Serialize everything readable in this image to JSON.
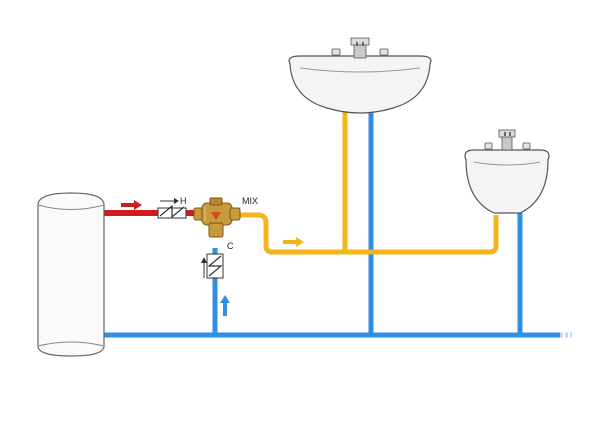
{
  "labels": {
    "hot": "H",
    "cold": "C",
    "mix": "MIX"
  },
  "colors": {
    "hot": "#d01c1c",
    "mixed": "#f2b51a",
    "cold": "#2f8fe0",
    "tank_outline": "#777777",
    "valve_brass": "#b8862a"
  },
  "icons": [
    "tank",
    "sink",
    "mixing-valve",
    "check-valve",
    "flow-arrow"
  ]
}
